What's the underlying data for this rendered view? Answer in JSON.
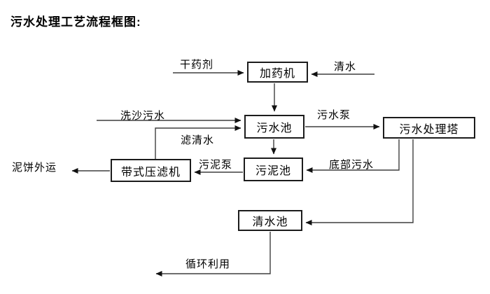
{
  "title": "污水处理工艺流程框图:",
  "nodes": {
    "dosing_machine": "加药机",
    "sewage_pool": "污水池",
    "sewage_treatment_tower": "污水处理塔",
    "sludge_pool": "污泥池",
    "belt_filter_press": "带式压滤机",
    "clean_water_pool": "清水池"
  },
  "edge_labels": {
    "dry_agent": "干药剂",
    "clean_water": "清水",
    "sand_washing_sewage": "洗沙污水",
    "sewage_pump": "污水泵",
    "filtered_water": "滤清水",
    "sludge_pump": "污泥泵",
    "bottom_sewage": "底部污水",
    "mud_cake_out": "泥饼外运",
    "recycling": "循环利用"
  },
  "colors": {
    "line": "#3f3f3f",
    "arrowhead": "#111111",
    "text": "#000000",
    "background": "#ffffff"
  }
}
